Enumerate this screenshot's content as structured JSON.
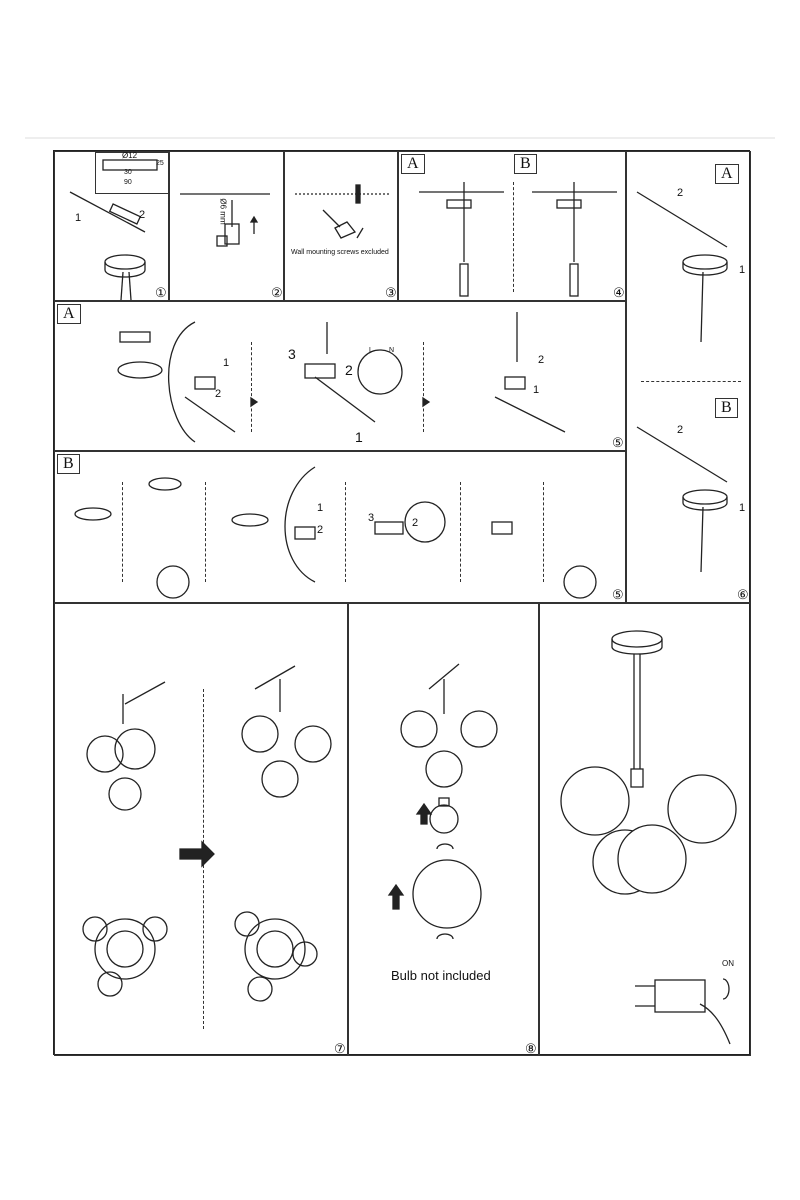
{
  "dimensions": {
    "hole": "Ø12",
    "width_inner": "30",
    "width_outer": "90",
    "height": "25",
    "drill": "Ø6 mm"
  },
  "step_numbers": [
    "①",
    "②",
    "③",
    "④",
    "⑤",
    "⑤",
    "⑥",
    "⑦",
    "⑧"
  ],
  "variant_labels": {
    "a": "A",
    "b": "B"
  },
  "step_markers": {
    "one": "1",
    "two": "2",
    "three": "3"
  },
  "wiring": {
    "live": "L",
    "neutral": "N"
  },
  "notes": {
    "screws": "Wall mounting screws excluded",
    "bulb": "Bulb not included",
    "switch": "ON"
  }
}
